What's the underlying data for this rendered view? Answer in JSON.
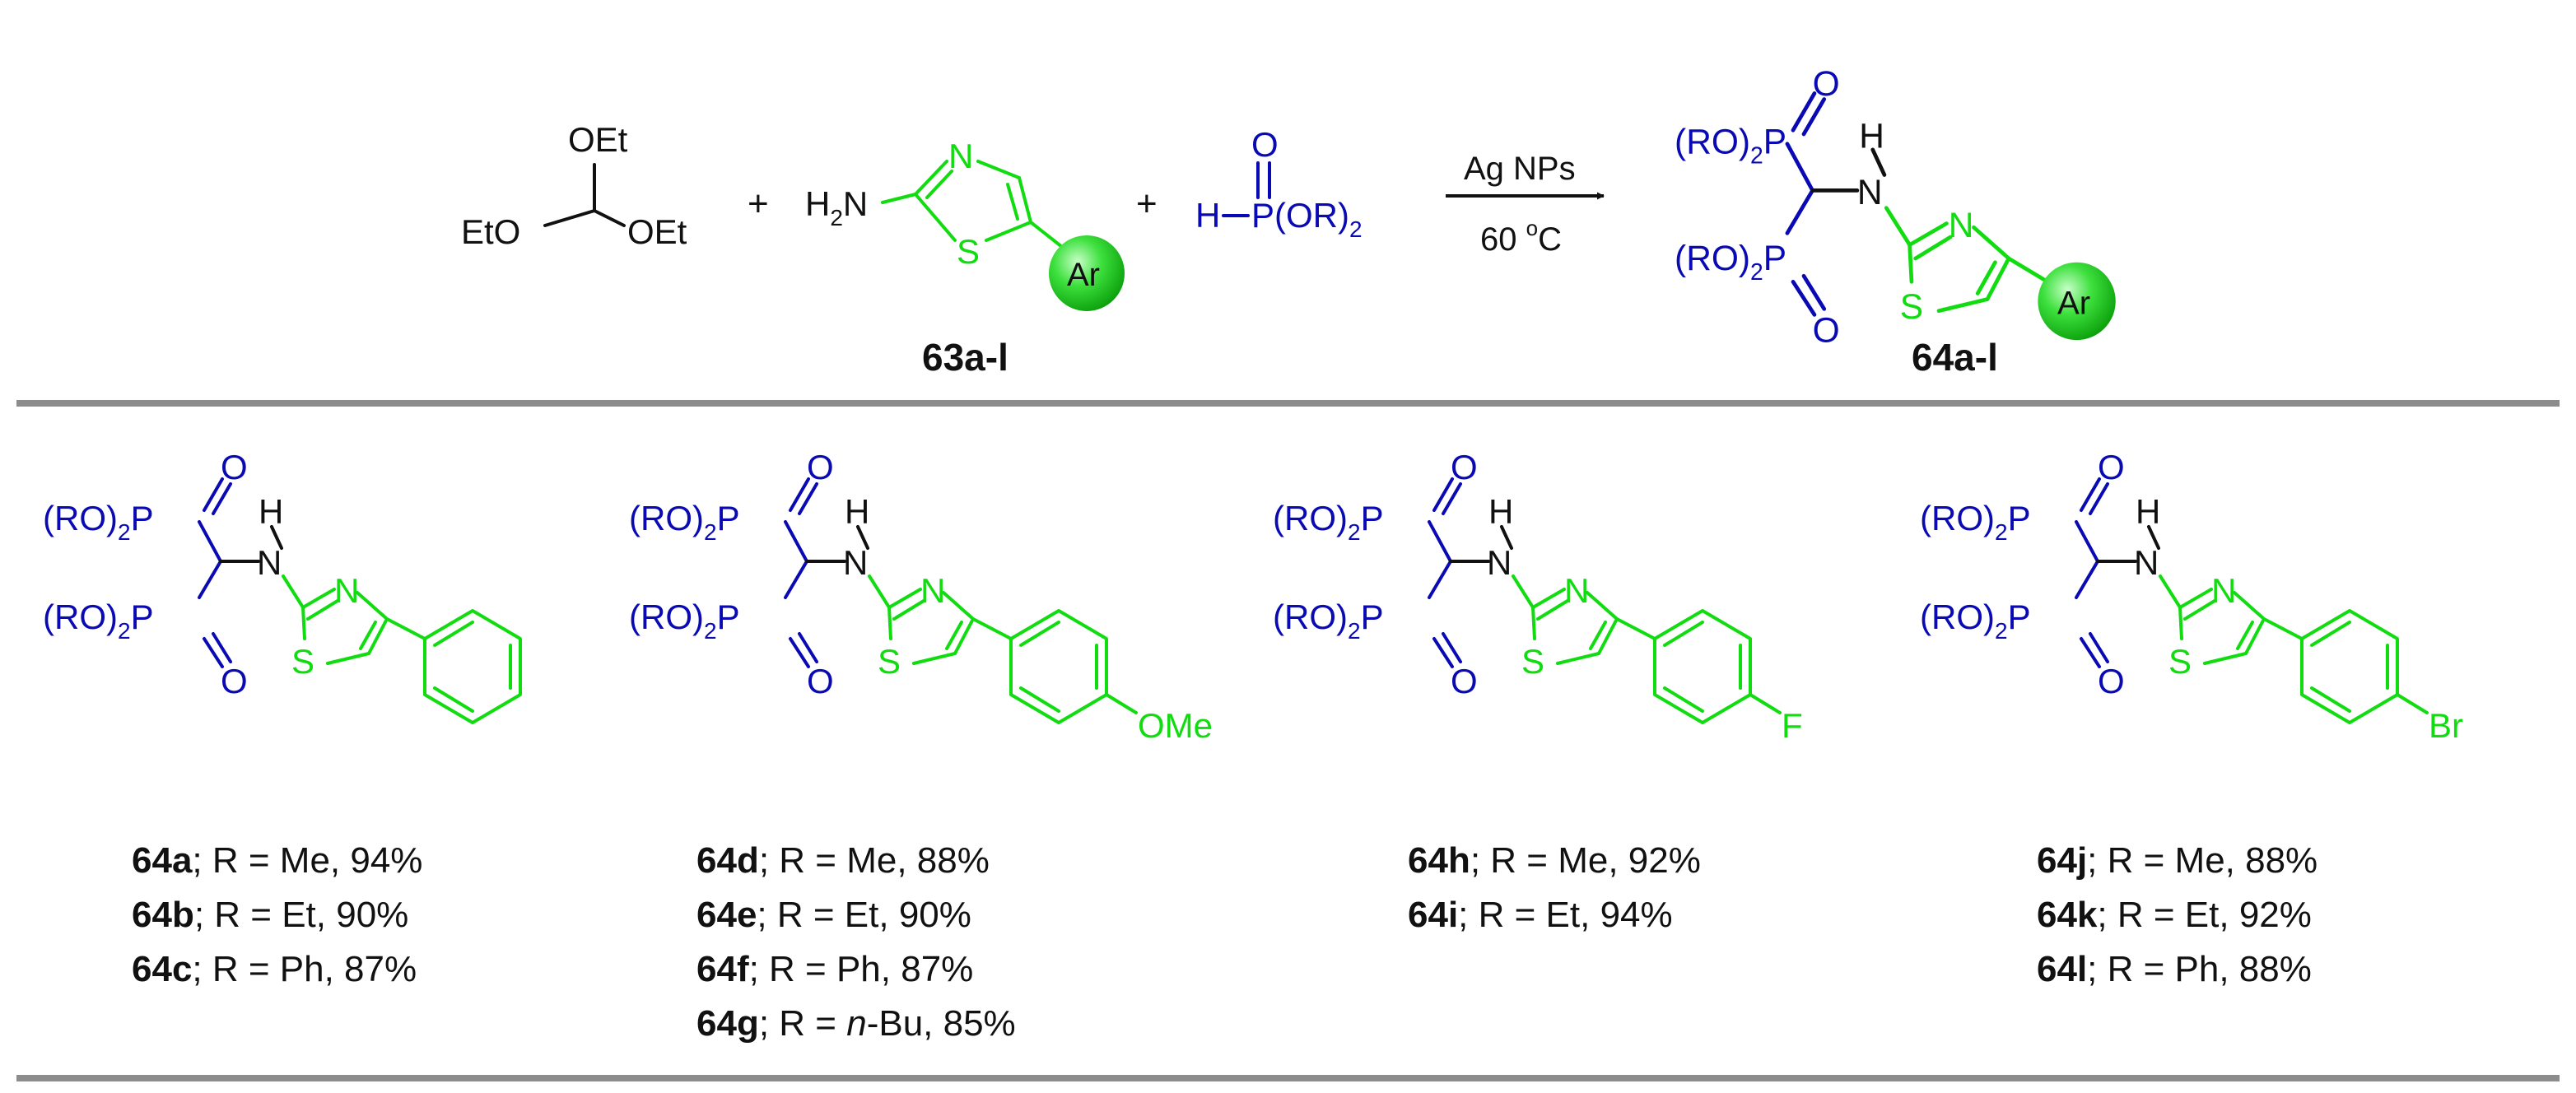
{
  "reaction": {
    "reagent_orthoformate": {
      "oet_top": "OEt",
      "eto_left": "EtO",
      "oet_right": "OEt"
    },
    "plus": "+",
    "aminothiazole": {
      "nh2_h": "H",
      "nh2_sub": "2",
      "nh2_n": "N",
      "ring_n": "N",
      "ring_s": "S",
      "ar": "Ar",
      "label": "63a-l"
    },
    "phosphite": {
      "h": "H",
      "o": "O",
      "p_group": "P(OR)",
      "sub": "2"
    },
    "conditions": {
      "catalyst": "Ag NPs",
      "temperature_value": "60 ",
      "temperature_sup": "o",
      "temperature_unit": "C"
    },
    "product_label": "64a-l"
  },
  "structure_text": {
    "ro": "(RO)",
    "sub2": "2",
    "p": "P",
    "o": "O",
    "n": "N",
    "h": "H",
    "s": "S",
    "ar": "Ar"
  },
  "substituents": [
    "OMe",
    "F",
    "Br"
  ],
  "products": [
    {
      "entries": [
        {
          "id": "64a",
          "rest": "; R = Me, 94%"
        },
        {
          "id": "64b",
          "rest": "; R = Et, 90%"
        },
        {
          "id": "64c",
          "rest": "; R = Ph, 87%"
        }
      ]
    },
    {
      "entries": [
        {
          "id": "64d",
          "rest": "; R = Me, 88%"
        },
        {
          "id": "64e",
          "rest": "; R = Et, 90%"
        },
        {
          "id": "64f",
          "rest": "; R = Ph, 87%"
        },
        {
          "id": "64g",
          "rest_pre": "; R = ",
          "rest_it": "n",
          "rest_post": "-Bu, 85%"
        }
      ]
    },
    {
      "entries": [
        {
          "id": "64h",
          "rest": "; R = Me, 92%"
        },
        {
          "id": "64i",
          "rest": "; R = Et, 94%"
        }
      ]
    },
    {
      "entries": [
        {
          "id": "64j",
          "rest": "; R = Me, 88%"
        },
        {
          "id": "64k",
          "rest": "; R = Et, 92%"
        },
        {
          "id": "64l",
          "rest": "; R = Ph, 88%"
        }
      ]
    }
  ],
  "colors": {
    "phosphonate": "#0a0ab4",
    "thiazole": "#10dc10",
    "text": "#111111",
    "divider": "#8c8c8c"
  }
}
